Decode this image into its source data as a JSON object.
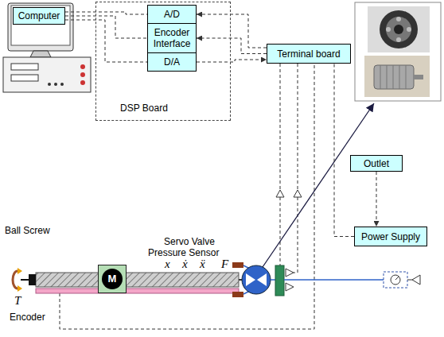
{
  "diagram": {
    "nodes": [
      {
        "text": [
          "Computer"
        ]
      },
      {
        "text": [
          "DSP Board"
        ]
      },
      {
        "text": [
          "A/D"
        ],
        "in": 1
      },
      {
        "text": [
          "Encoder Interface"
        ],
        "in": 1
      },
      {
        "text": [
          "D/A"
        ],
        "in": 1
      },
      {
        "text": [
          "Terminal board"
        ]
      },
      {
        "text": [
          "Outlet"
        ]
      },
      {
        "text": [
          "Power Supply"
        ]
      },
      {
        "text": [
          "M"
        ]
      }
    ],
    "edges": [
      {
        "from": 0,
        "to": 2,
        "arrow": "none"
      },
      {
        "from": 0,
        "to": 3,
        "arrow": "none"
      },
      {
        "from": 0,
        "to": 4,
        "arrow": "none"
      },
      {
        "from": 5,
        "to": 2,
        "arrow": "to"
      },
      {
        "from": 5,
        "to": 3,
        "arrow": "to"
      },
      {
        "from": 4,
        "to": 5,
        "arrow": "to"
      },
      {
        "from": 6,
        "to": 7,
        "arrow": "to"
      },
      {
        "from": 7,
        "to": 5,
        "arrow": "none"
      }
    ],
    "labels": [
      "Ball Screw",
      "Servo Valve",
      "Pressure Sensor",
      "x",
      "ẋ",
      "ẍ",
      "F",
      "T",
      "Encoder"
    ]
  }
}
